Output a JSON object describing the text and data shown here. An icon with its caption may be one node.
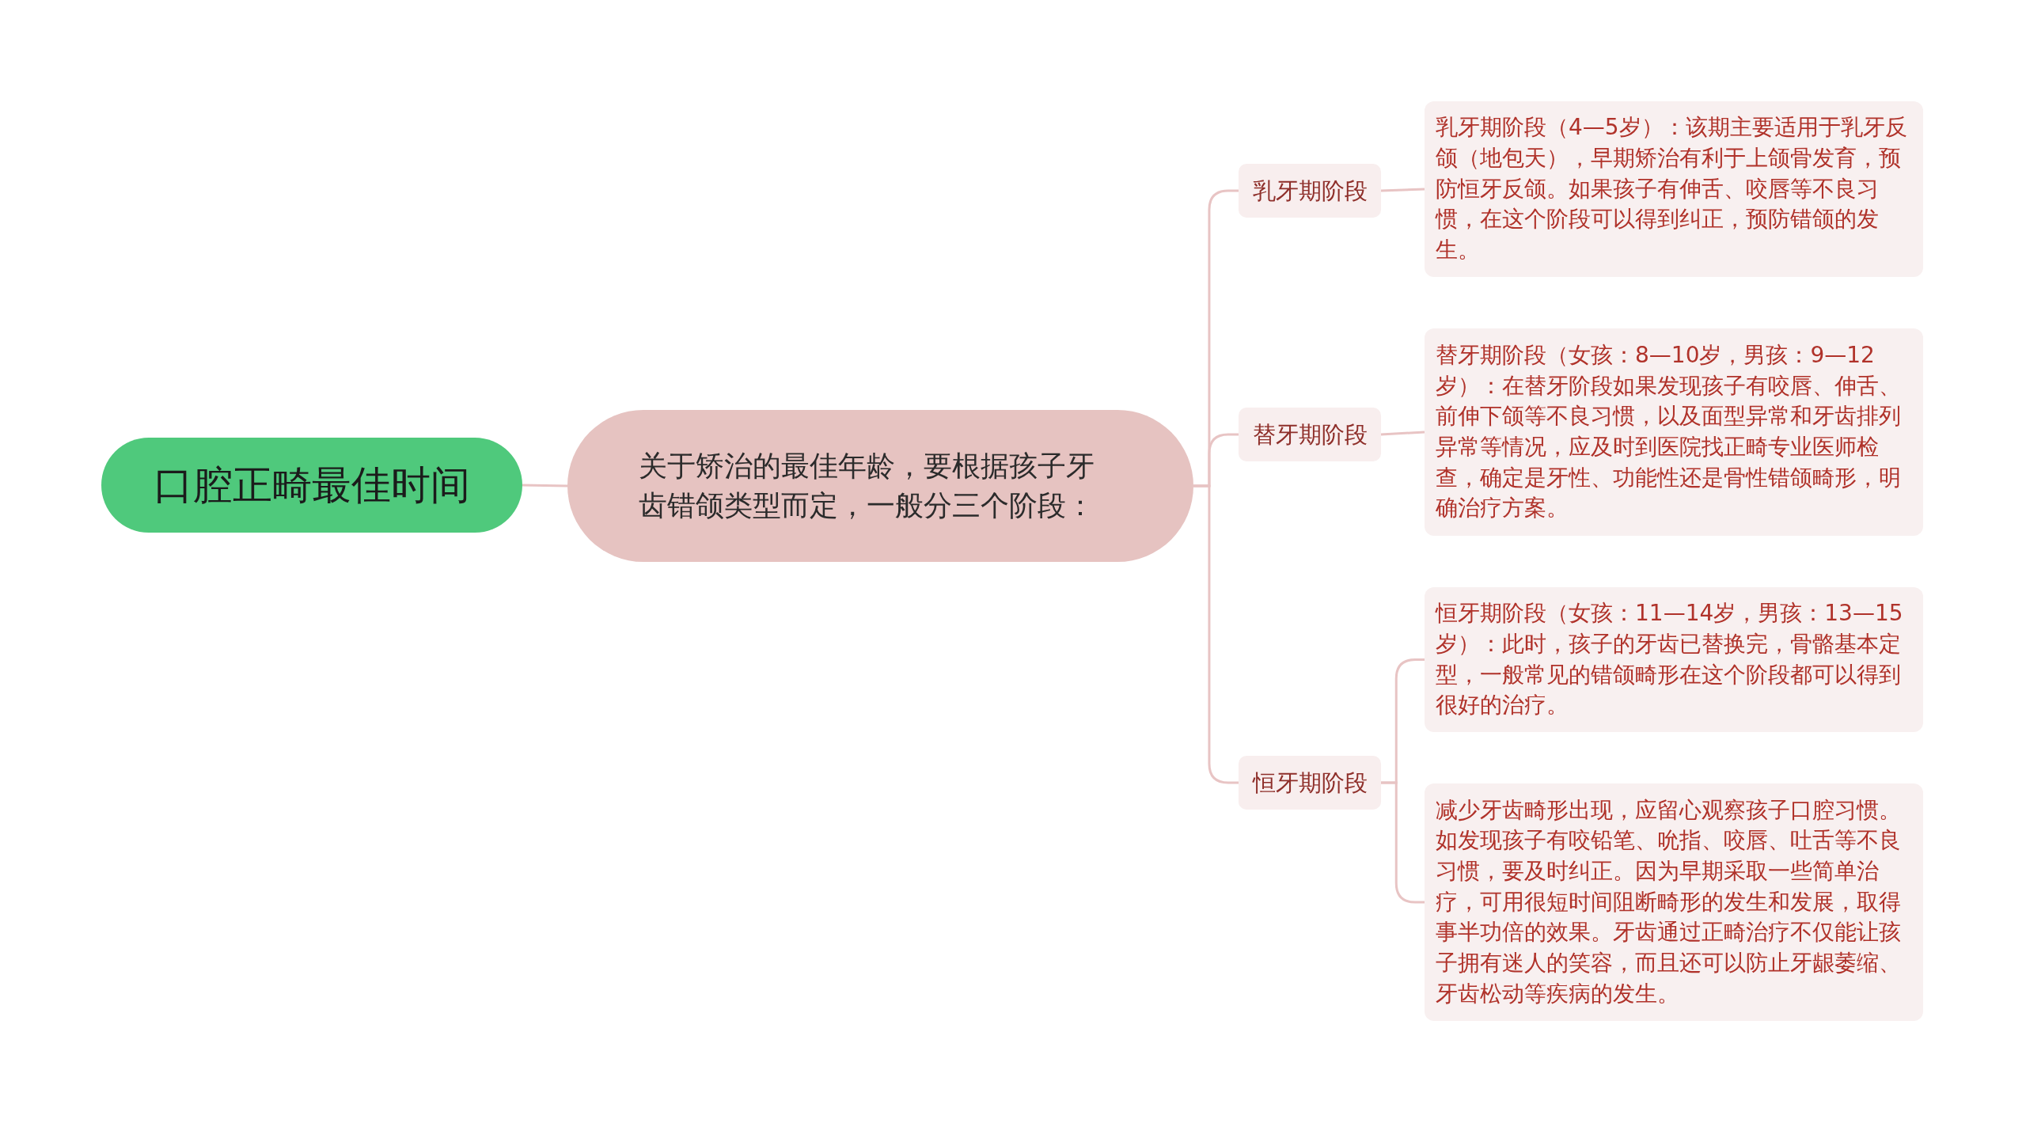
{
  "diagram": {
    "nodes": [
      {
        "text": [
          "口腔正畸最佳时间"
        ]
      },
      {
        "text": [
          "关于矫治的最佳年龄，要根据孩子牙齿错颌类型而定，一般分三个阶段："
        ]
      },
      {
        "text": [
          "乳牙期阶段"
        ]
      },
      {
        "text": [
          "替牙期阶段"
        ]
      },
      {
        "text": [
          "恒牙期阶段"
        ]
      },
      {
        "text": [
          "乳牙期阶段（4—5岁）：该期主要适用于乳牙反颌（地包天），早期矫治有利于上颌骨发育，预防恒牙反颌。如果孩子有伸舌、咬唇等不良习惯，在这个阶段可以得到纠正，预防错颌的发生。"
        ]
      },
      {
        "text": [
          "替牙期阶段（女孩：8—10岁，男孩：9—12岁）：在替牙阶段如果发现孩子有咬唇、伸舌、前伸下颌等不良习惯，以及面型异常和牙齿排列异常等情况，应及时到医院找正畸专业医师检查，确定是牙性、功能性还是骨性错颌畸形，明确治疗方案。"
        ]
      },
      {
        "text": [
          "恒牙期阶段（女孩：11—14岁，男孩：13—15岁）：此时，孩子的牙齿已替换完，骨骼基本定型，一般常见的错颌畸形在这个阶段都可以得到很好的治疗。"
        ]
      },
      {
        "text": [
          "减少牙齿畸形出现，应留心观察孩子口腔习惯。如发现孩子有咬铅笔、吮指、咬唇、吐舌等不良习惯，要及时纠正。因为早期采取一些简单治疗，可用很短时间阻断畸形的发生和发展，取得事半功倍的效果。牙齿通过正畸治疗不仅能让孩子拥有迷人的笑容，而且还可以防止牙龈萎缩、牙齿松动等疾病的发生。"
        ]
      }
    ],
    "edges": [
      {
        "from": 0,
        "to": 1,
        "arrow": "none"
      },
      {
        "from": 1,
        "to": 2,
        "arrow": "none"
      },
      {
        "from": 1,
        "to": 3,
        "arrow": "none"
      },
      {
        "from": 1,
        "to": 4,
        "arrow": "none"
      },
      {
        "from": 2,
        "to": 5,
        "arrow": "none"
      },
      {
        "from": 3,
        "to": 6,
        "arrow": "none"
      },
      {
        "from": 4,
        "to": 7,
        "arrow": "none"
      },
      {
        "from": 4,
        "to": 8,
        "arrow": "none"
      }
    ]
  }
}
